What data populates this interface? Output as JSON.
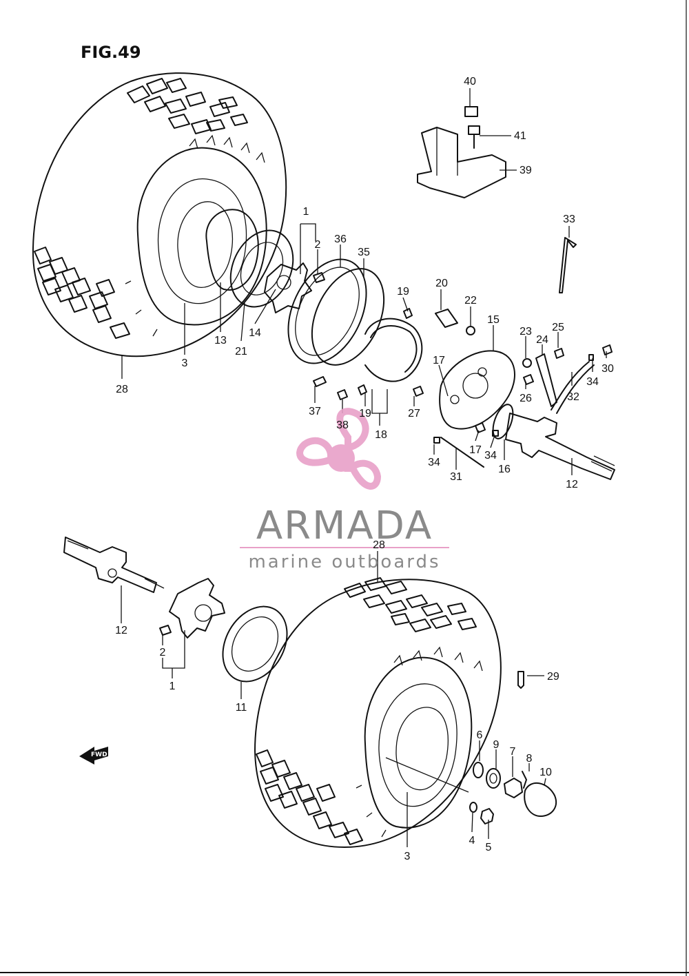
{
  "figure": {
    "title": "FIG.49"
  },
  "watermark": {
    "brand": "ARMADA",
    "tagline": "marine outboards",
    "color_main": "#e8a0c8",
    "color_dark": "#e07ab6",
    "color_text": "#8a8a8a"
  },
  "direction_badge": {
    "label": "FWD"
  },
  "callouts": [
    {
      "id": "c40",
      "text": "40"
    },
    {
      "id": "c41",
      "text": "41"
    },
    {
      "id": "c39",
      "text": "39"
    },
    {
      "id": "c33",
      "text": "33"
    },
    {
      "id": "c1a",
      "text": "1"
    },
    {
      "id": "c2a",
      "text": "2"
    },
    {
      "id": "c36",
      "text": "36"
    },
    {
      "id": "c35",
      "text": "35"
    },
    {
      "id": "c19a",
      "text": "19"
    },
    {
      "id": "c20",
      "text": "20"
    },
    {
      "id": "c22",
      "text": "22"
    },
    {
      "id": "c15",
      "text": "15"
    },
    {
      "id": "c23",
      "text": "23"
    },
    {
      "id": "c24",
      "text": "24"
    },
    {
      "id": "c25",
      "text": "25"
    },
    {
      "id": "c30",
      "text": "30"
    },
    {
      "id": "c34a",
      "text": "34"
    },
    {
      "id": "c32",
      "text": "32"
    },
    {
      "id": "c26",
      "text": "26"
    },
    {
      "id": "c17a",
      "text": "17"
    },
    {
      "id": "c3a",
      "text": "3"
    },
    {
      "id": "c13",
      "text": "13"
    },
    {
      "id": "c21",
      "text": "21"
    },
    {
      "id": "c14",
      "text": "14"
    },
    {
      "id": "c28a",
      "text": "28"
    },
    {
      "id": "c37",
      "text": "37"
    },
    {
      "id": "c38",
      "text": "38"
    },
    {
      "id": "c19b",
      "text": "19"
    },
    {
      "id": "c18",
      "text": "18"
    },
    {
      "id": "c27",
      "text": "27"
    },
    {
      "id": "c17b",
      "text": "17"
    },
    {
      "id": "c34b",
      "text": "34"
    },
    {
      "id": "c34c",
      "text": "34"
    },
    {
      "id": "c16",
      "text": "16"
    },
    {
      "id": "c31",
      "text": "31"
    },
    {
      "id": "c12a",
      "text": "12"
    },
    {
      "id": "c28b",
      "text": "28"
    },
    {
      "id": "c12b",
      "text": "12"
    },
    {
      "id": "c2b",
      "text": "2"
    },
    {
      "id": "c1b",
      "text": "1"
    },
    {
      "id": "c11",
      "text": "11"
    },
    {
      "id": "c29",
      "text": "29"
    },
    {
      "id": "c6",
      "text": "6"
    },
    {
      "id": "c9",
      "text": "9"
    },
    {
      "id": "c7",
      "text": "7"
    },
    {
      "id": "c8",
      "text": "8"
    },
    {
      "id": "c10",
      "text": "10"
    },
    {
      "id": "c4",
      "text": "4"
    },
    {
      "id": "c5",
      "text": "5"
    },
    {
      "id": "c3b",
      "text": "3"
    }
  ]
}
